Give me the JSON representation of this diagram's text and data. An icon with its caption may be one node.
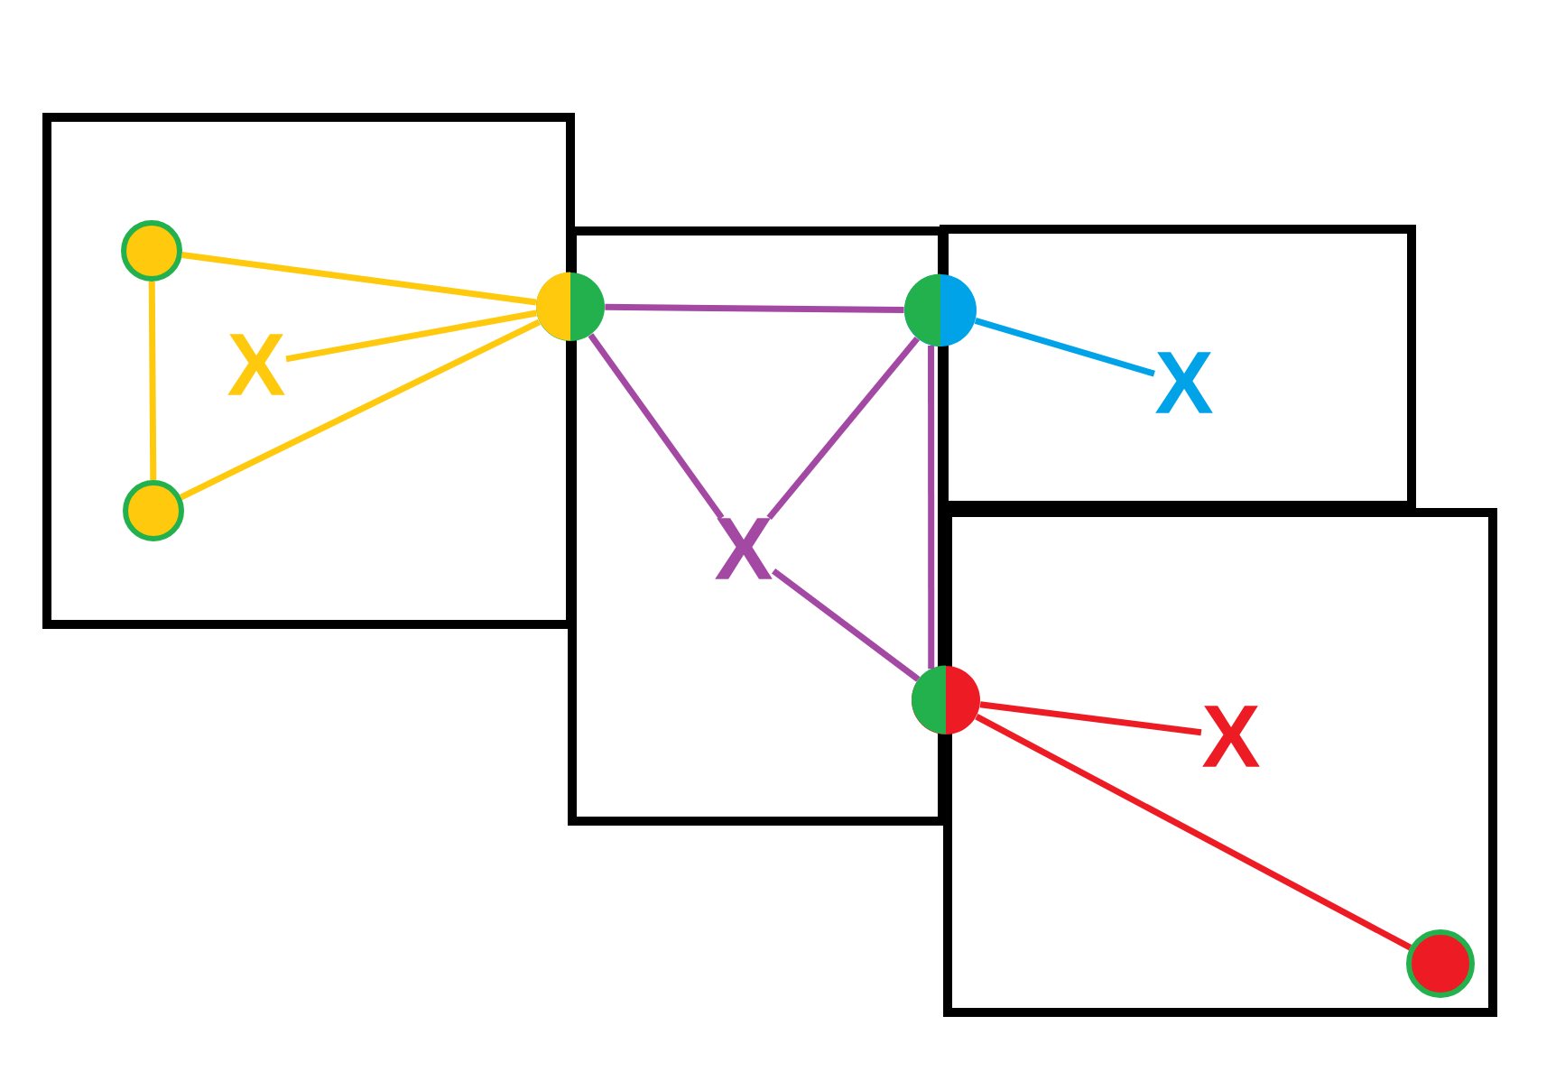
{
  "diagram": {
    "nodes": [
      {
        "text": [],
        "shape": "box"
      },
      {
        "text": [],
        "shape": "circle",
        "in": 0
      },
      {
        "text": [
          "X"
        ],
        "in": 0
      },
      {
        "text": [],
        "shape": "circle",
        "in": 0
      },
      {
        "text": [],
        "shape": "box"
      },
      {
        "text": [],
        "shape": "circle"
      },
      {
        "text": [
          "X"
        ],
        "in": 4
      },
      {
        "text": [],
        "shape": "box"
      },
      {
        "text": [],
        "shape": "circle"
      },
      {
        "text": [
          "X"
        ],
        "in": 7
      },
      {
        "text": [],
        "shape": "box"
      },
      {
        "text": [],
        "shape": "circle"
      },
      {
        "text": [
          "X"
        ],
        "in": 10
      },
      {
        "text": [],
        "shape": "circle",
        "in": 10
      }
    ],
    "edges": [
      {
        "from": 1,
        "to": 3,
        "arrow": "none",
        "color": "#ffc90e"
      },
      {
        "from": 1,
        "to": 5,
        "arrow": "none",
        "color": "#ffc90e"
      },
      {
        "from": 2,
        "to": 5,
        "arrow": "none",
        "color": "#ffc90e"
      },
      {
        "from": 3,
        "to": 5,
        "arrow": "none",
        "color": "#ffc90e"
      },
      {
        "from": 5,
        "to": 8,
        "arrow": "none"
      },
      {
        "from": 5,
        "to": 6,
        "arrow": "none"
      },
      {
        "from": 8,
        "to": 6,
        "arrow": "none"
      },
      {
        "from": 8,
        "to": 11,
        "arrow": "none"
      },
      {
        "from": 6,
        "to": 11,
        "arrow": "none"
      },
      {
        "from": 8,
        "to": 9,
        "arrow": "none",
        "color": "#00a2e8"
      },
      {
        "from": 11,
        "to": 12,
        "arrow": "none",
        "color": "#ed1c24"
      },
      {
        "from": 11,
        "to": 13,
        "arrow": "none",
        "color": "#ed1c24"
      }
    ]
  }
}
